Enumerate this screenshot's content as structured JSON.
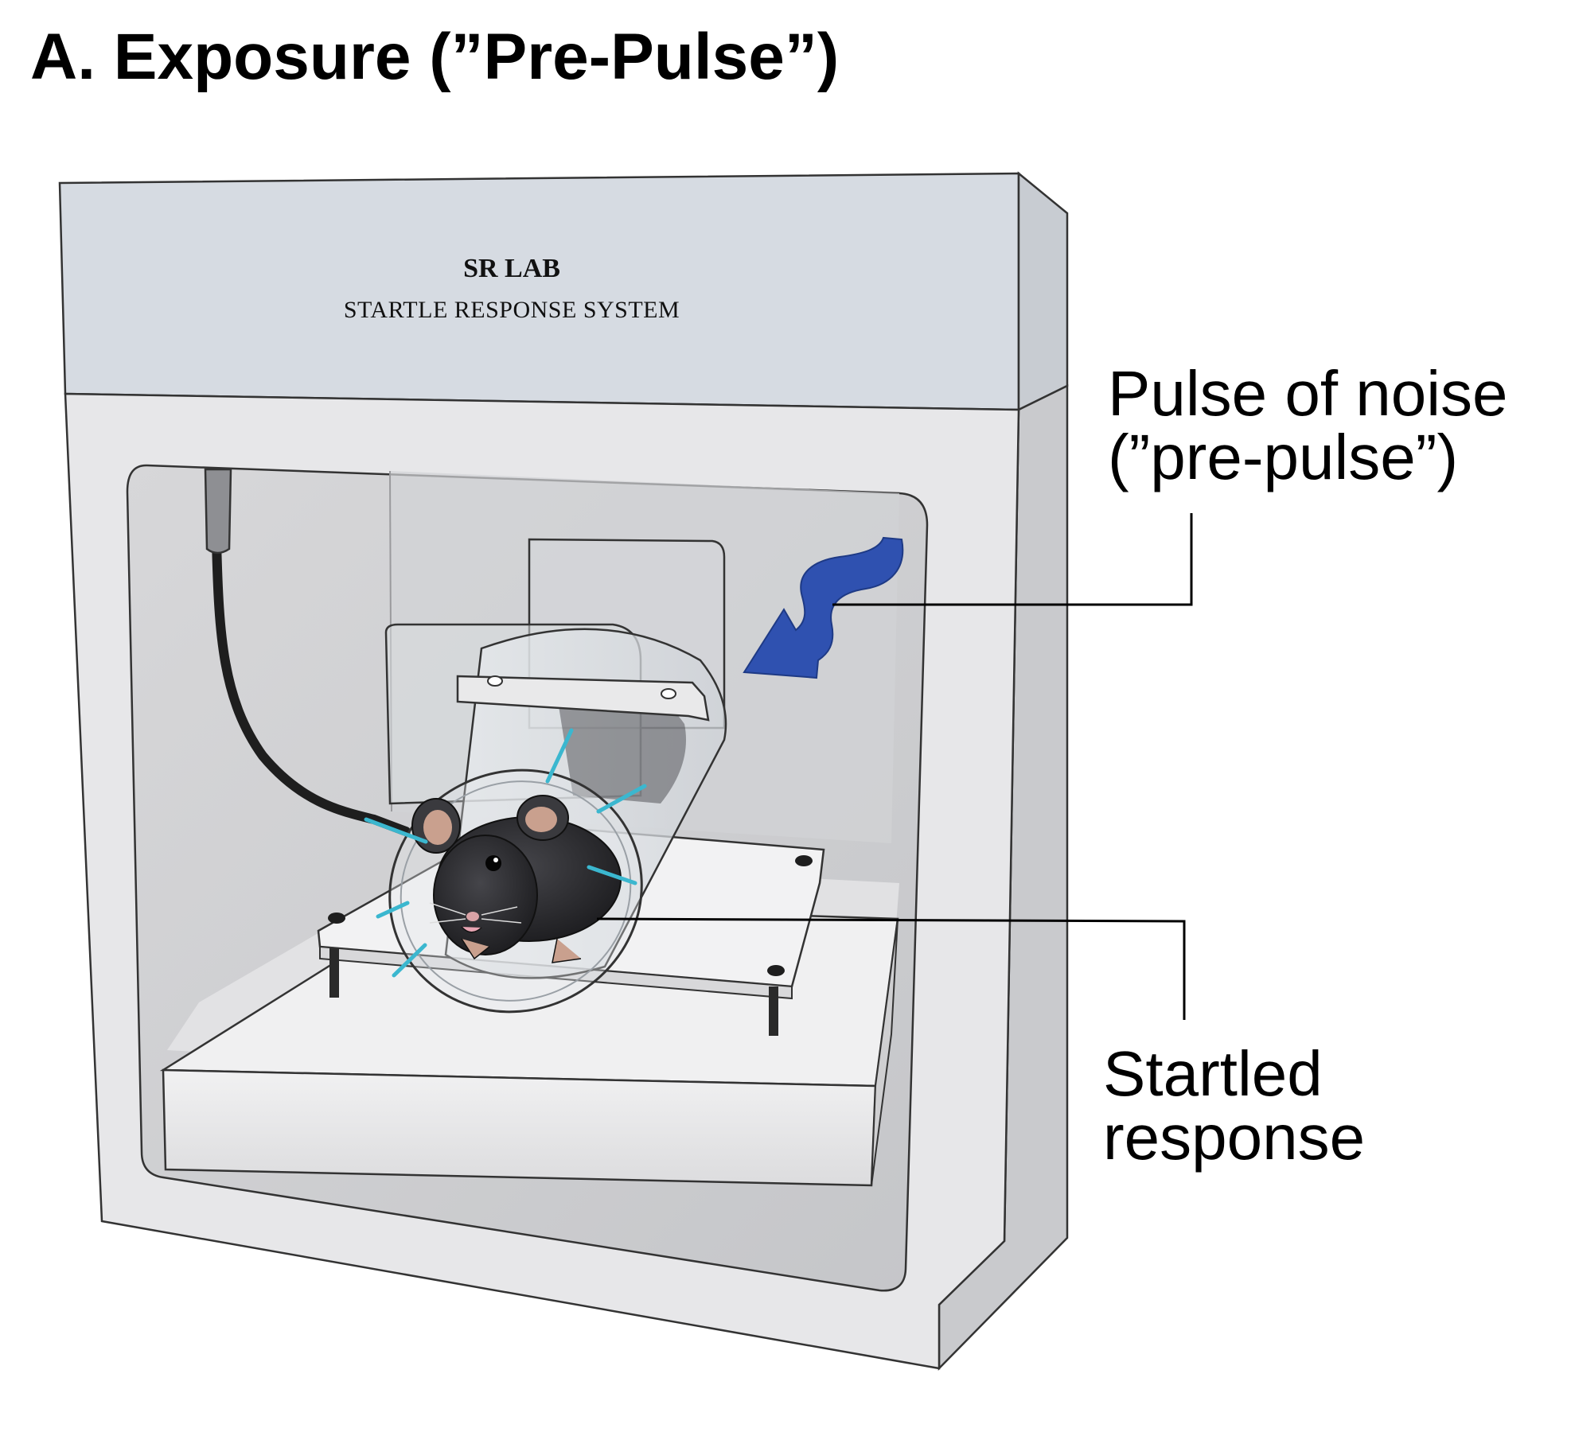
{
  "title": "A. Exposure (”Pre-Pulse”)",
  "device": {
    "brand": "SR LAB",
    "subtitle": "STARTLE RESPONSE SYSTEM"
  },
  "labels": {
    "pulse_line1": "Pulse of noise",
    "pulse_line2": "(”pre-pulse”)",
    "startle_line1": "Startled",
    "startle_line2": "response"
  },
  "colors": {
    "box_top": "#d5dbe2",
    "box_front": "#e6e6e8",
    "box_side": "#c9cacd",
    "interior_back": "#cfcfd1",
    "tube": "#dfe2e5",
    "arrow": "#2f51b0",
    "startle_marks": "#3bb7cf",
    "mouse": "#2b2b2e"
  },
  "icons": [
    "noise-arrow-icon",
    "mouse-icon"
  ]
}
